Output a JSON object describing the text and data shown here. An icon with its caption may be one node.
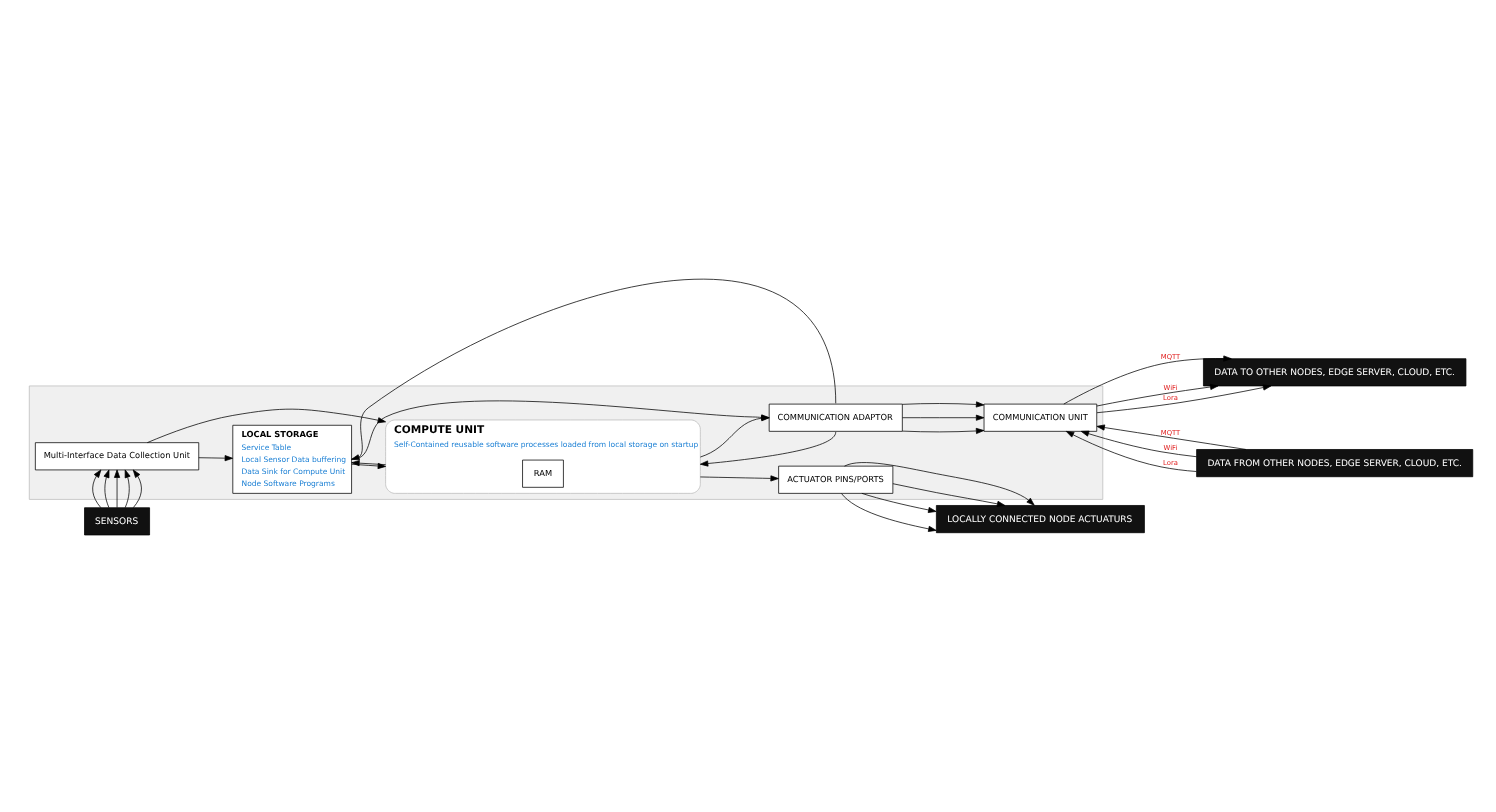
{
  "diagram": {
    "nodes": [
      {
        "text": [
          "SENSORS"
        ]
      },
      {
        "text": [],
        "shape": "box"
      },
      {
        "text": [
          "Multi-Interface Data Collection Unit"
        ],
        "in": 1
      },
      {
        "text": [
          "ACTUATOR PINS/PORTS"
        ],
        "in": 1
      },
      {
        "text": [
          "LOCAL STORAGE",
          "Service Table",
          "Local Sensor Data buffering",
          "Data Sink for Compute Unit",
          "Node Software Programs"
        ],
        "in": 1
      },
      {
        "text": [
          "COMPUTE UNIT",
          "Self-Contained reusable software processes loaded from local storage on startup"
        ],
        "in": 1
      },
      {
        "text": [
          "RAM"
        ],
        "in": 5
      },
      {
        "text": [
          "COMMUNICATION ADAPTOR"
        ],
        "in": 1
      },
      {
        "text": [
          "COMMUNICATION UNIT"
        ],
        "in": 1
      },
      {
        "text": [
          "DATA TO OTHER NODES, EDGE SERVER, CLOUD, ETC."
        ]
      },
      {
        "text": [
          "DATA FROM OTHER NODES, EDGE SERVER, CLOUD, ETC."
        ]
      },
      {
        "text": [
          "LOCALLY CONNECTED NODE ACTUATURS"
        ]
      }
    ],
    "edges": [
      {
        "from": 0,
        "to": 2,
        "arrow": "to"
      },
      {
        "from": 0,
        "to": 2,
        "arrow": "to"
      },
      {
        "from": 0,
        "to": 2,
        "arrow": "to"
      },
      {
        "from": 0,
        "to": 2,
        "arrow": "to"
      },
      {
        "from": 0,
        "to": 2,
        "arrow": "to"
      },
      {
        "from": 2,
        "to": 4,
        "arrow": "to"
      },
      {
        "from": 2,
        "to": 5,
        "arrow": "to"
      },
      {
        "from": 4,
        "to": 5,
        "arrow": "to"
      },
      {
        "from": 5,
        "to": 4,
        "arrow": "to"
      },
      {
        "from": 7,
        "to": 4,
        "arrow": "to"
      },
      {
        "from": 4,
        "to": 7,
        "arrow": "to"
      },
      {
        "from": 5,
        "to": 7,
        "arrow": "to"
      },
      {
        "from": 7,
        "to": 5,
        "arrow": "to"
      },
      {
        "from": 7,
        "to": 8,
        "arrow": "to"
      },
      {
        "from": 7,
        "to": 8,
        "arrow": "to"
      },
      {
        "from": 7,
        "to": 8,
        "arrow": "to"
      },
      {
        "from": 8,
        "to": 9,
        "arrow": "to",
        "label": "MQTT"
      },
      {
        "from": 8,
        "to": 9,
        "arrow": "to",
        "label": "WiFi"
      },
      {
        "from": 8,
        "to": 9,
        "arrow": "to",
        "label": "Lora"
      },
      {
        "from": 10,
        "to": 8,
        "arrow": "to",
        "label": "MQTT"
      },
      {
        "from": 10,
        "to": 8,
        "arrow": "to",
        "label": "WiFi"
      },
      {
        "from": 10,
        "to": 8,
        "arrow": "to",
        "label": "Lora"
      },
      {
        "from": 5,
        "to": 3,
        "arrow": "to"
      },
      {
        "from": 3,
        "to": 11,
        "arrow": "to"
      },
      {
        "from": 3,
        "to": 11,
        "arrow": "to"
      },
      {
        "from": 3,
        "to": 11,
        "arrow": "to"
      },
      {
        "from": 3,
        "to": 11,
        "arrow": "to"
      }
    ]
  }
}
